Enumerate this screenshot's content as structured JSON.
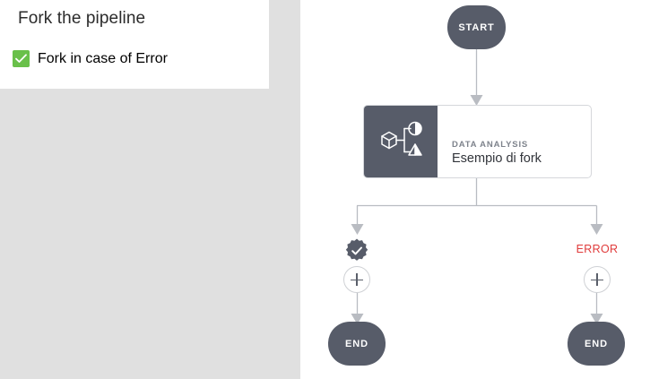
{
  "panel": {
    "title": "Fork the pipeline",
    "option": {
      "label": "Fork in case of Error",
      "checked": true,
      "check_color": "#69c04a"
    }
  },
  "canvas": {
    "background": "#ffffff",
    "wire_color": "#b9bcc2",
    "node_color": "#575c69",
    "nodes": {
      "start": {
        "label": "START"
      },
      "task": {
        "type_label": "DATA ANALYSIS",
        "name": "Esempio di fork",
        "icon": "data-analysis-icon"
      },
      "end_success": {
        "label": "END"
      },
      "end_error": {
        "label": "END"
      }
    },
    "branches": {
      "success": {
        "marker_icon": "verified-check-badge-icon",
        "add_label": "+"
      },
      "error": {
        "label": "ERROR",
        "label_color": "#e03b3b",
        "add_label": "+"
      }
    }
  }
}
